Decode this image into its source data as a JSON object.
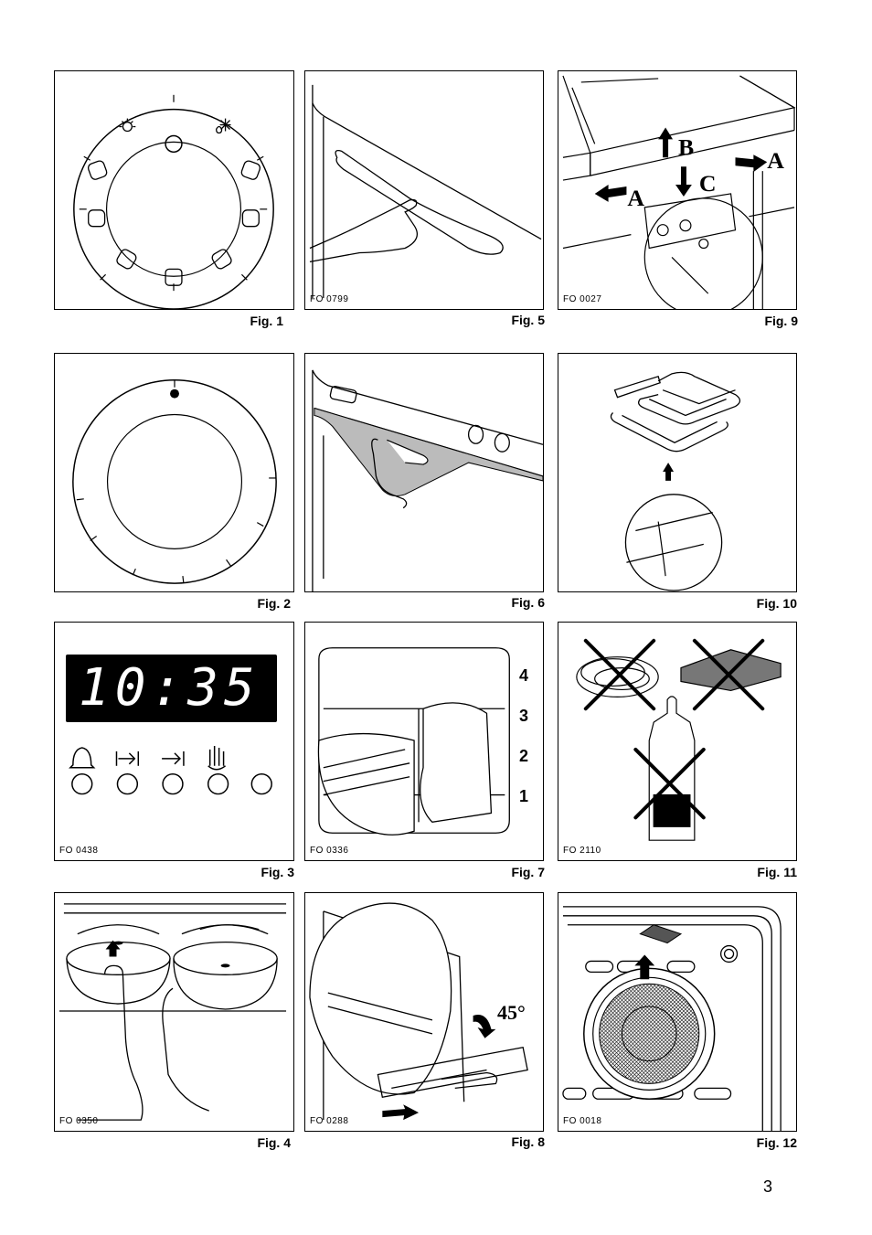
{
  "figures": [
    {
      "caption": "Fig. 1",
      "code": ""
    },
    {
      "caption": "Fig. 5",
      "code": "FO 0799"
    },
    {
      "caption": "Fig. 9",
      "code": "FO 0027"
    },
    {
      "caption": "Fig. 2",
      "code": ""
    },
    {
      "caption": "Fig. 6",
      "code": ""
    },
    {
      "caption": "Fig. 10",
      "code": ""
    },
    {
      "caption": "Fig. 3",
      "code": "FO 0438"
    },
    {
      "caption": "Fig. 7",
      "code": "FO 0336"
    },
    {
      "caption": "Fig. 11",
      "code": "FO 2110"
    },
    {
      "caption": "Fig. 4",
      "code": "FO 0350"
    },
    {
      "caption": "Fig. 8",
      "code": "FO 0288"
    },
    {
      "caption": "Fig. 12",
      "code": "FO 0018"
    }
  ],
  "fig3": {
    "display_time": "10:35"
  },
  "fig7": {
    "levels": [
      "4",
      "3",
      "2",
      "1"
    ]
  },
  "fig8": {
    "angle": "45°"
  },
  "fig9": {
    "labels": [
      "B",
      "C",
      "A",
      "A"
    ]
  },
  "page_number": "3"
}
